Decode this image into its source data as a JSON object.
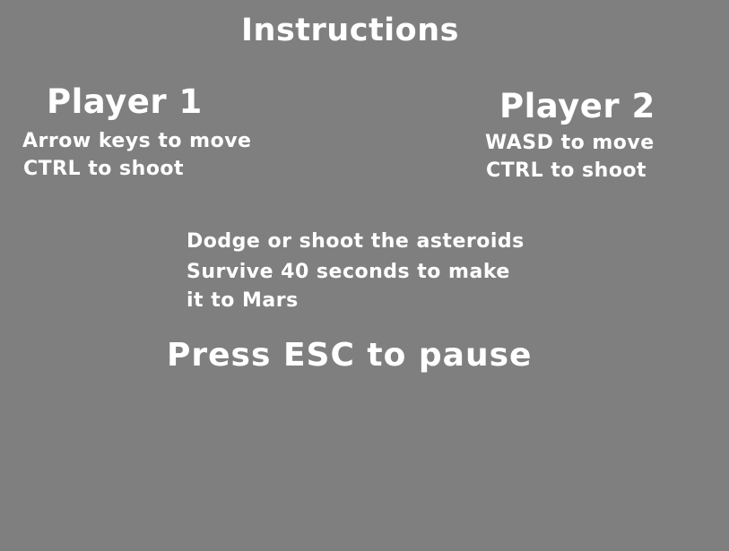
{
  "screen": {
    "title": "Instructions",
    "background_color": "#7f7f7f",
    "text_color": "#ffffff"
  },
  "player1": {
    "heading": "Player 1",
    "controls": [
      "Arrow keys to move",
      "CTRL to shoot"
    ]
  },
  "player2": {
    "heading": "Player 2",
    "controls": [
      "WASD to move",
      "CTRL to shoot"
    ]
  },
  "objective": {
    "lines": [
      "Dodge or shoot the asteroids",
      "Survive 40 seconds to make",
      "it to Mars"
    ]
  },
  "pause_hint": "Press ESC to pause"
}
